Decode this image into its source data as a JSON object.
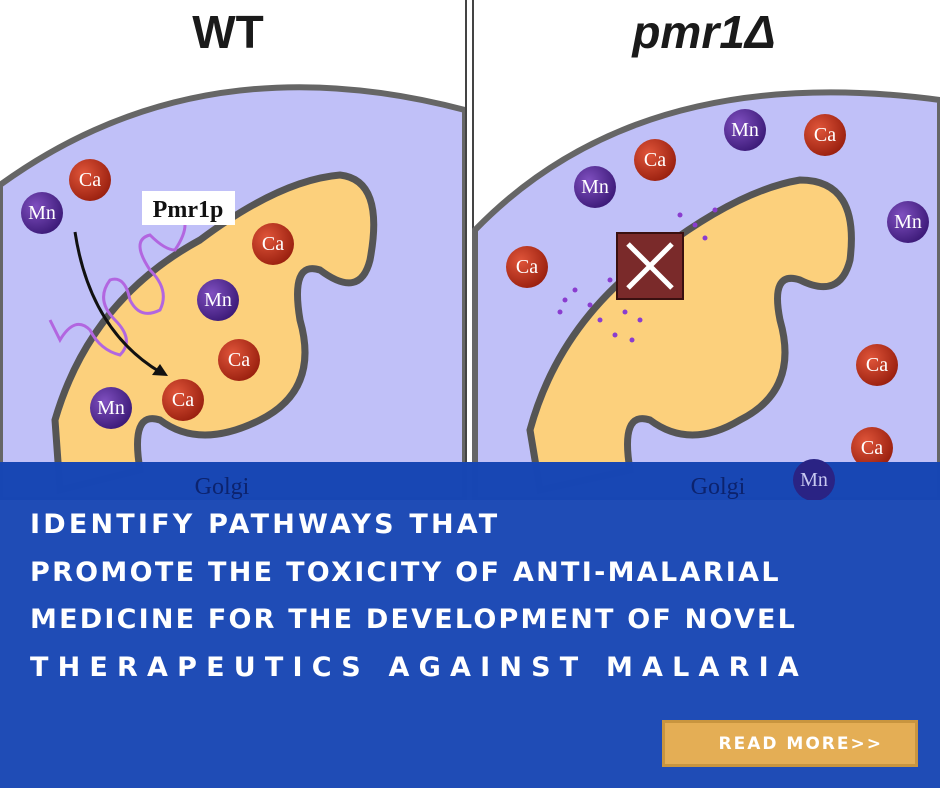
{
  "diagram": {
    "left_title": "WT",
    "right_title": "pmr1Δ",
    "protein_label": "Pmr1p",
    "organelle_label": "Golgi",
    "ion_ca": "Ca",
    "ion_mn": "Mn",
    "colors": {
      "cytoplasm": "#c0c0f8",
      "golgi": "#fcd07c",
      "ca": "#c0301a",
      "mn": "#5a2a9a",
      "protein": "#b266e0"
    }
  },
  "banner": {
    "lines": [
      "IDENTIFY PATHWAYS THAT",
      "PROMOTE THE TOXICITY OF ANTI-MALARIAL",
      "MEDICINE FOR THE DEVELOPMENT OF NOVEL",
      "THERAPEUTICS AGAINST MALARIA"
    ],
    "button_label": "READ MORE>>",
    "color": "#1846b4",
    "button_color": "#e4ae55"
  }
}
